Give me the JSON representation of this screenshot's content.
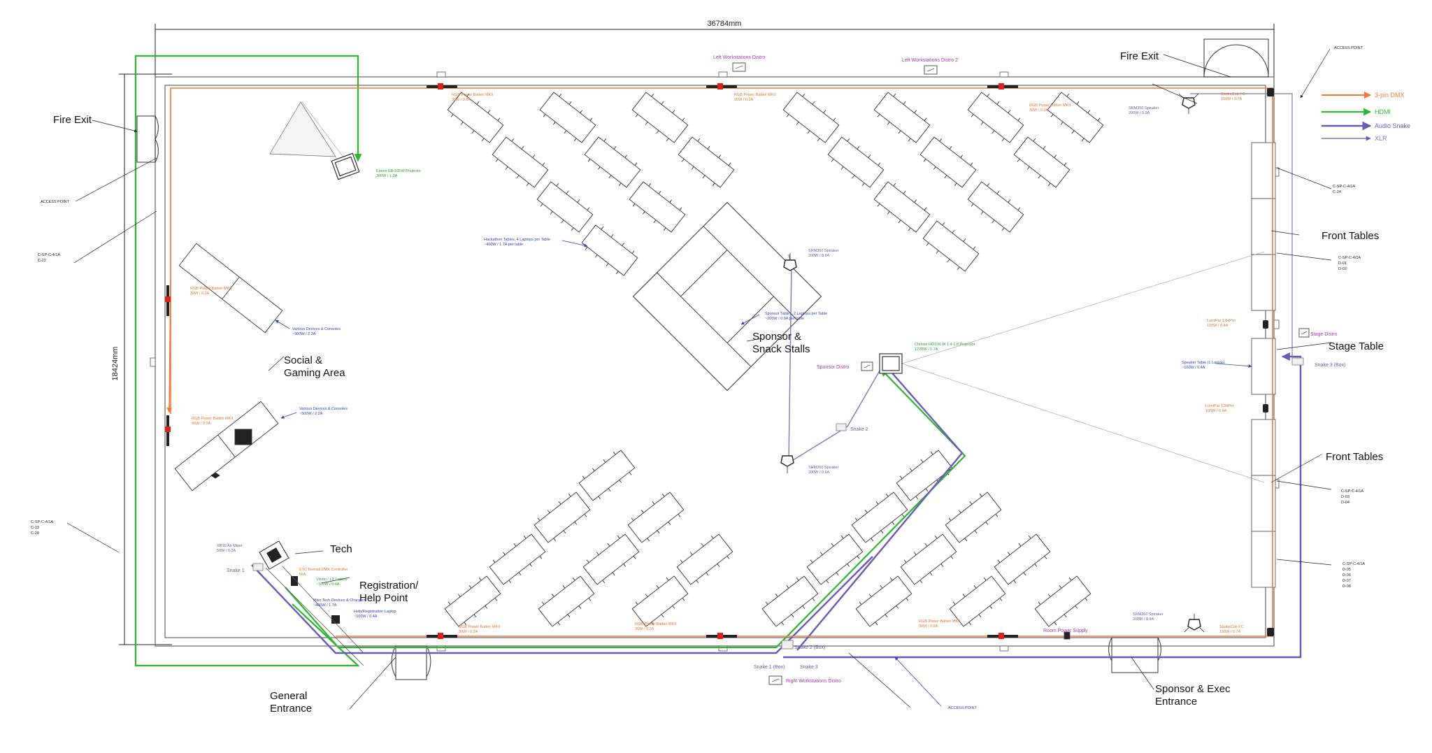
{
  "dimensions": {
    "width": "36784mm",
    "height": "18424mm"
  },
  "colors": {
    "wall": "#666666",
    "dmx": "#f27a3d",
    "hdmi": "#2fb52f",
    "snake": "#6b5bb5",
    "xlr": "#7a7ac0",
    "orange_text": "#e8742d",
    "blue_text": "#2f3ec6",
    "green_text": "#2f9f2f",
    "purple_text": "#a33bb0",
    "purple2_text": "#6e5aa8",
    "marker": "#dd2222"
  },
  "legend": [
    {
      "label": "3-pin DMX",
      "color": "#f27a3d"
    },
    {
      "label": "HDMI",
      "color": "#2fb52f"
    },
    {
      "label": "Audio Snake",
      "color": "#6b5bb5"
    },
    {
      "label": "XLR",
      "color": "#7a7ac0"
    }
  ],
  "areas": {
    "fire_exit_left": "Fire Exit",
    "fire_exit_right": "Fire Exit",
    "social_1": "Social &",
    "social_2": "Gaming Area",
    "sponsor_1": "Sponsor &",
    "sponsor_2": "Snack Stalls",
    "front_tables_top": "Front Tables",
    "front_tables_bottom": "Front Tables",
    "stage_table": "Stage Table",
    "tech": "Tech",
    "registration_1": "Registration/",
    "registration_2": "Help Point",
    "general_1": "General",
    "general_2": "Entrance",
    "sponsor_exec_1": "Sponsor & Exec",
    "sponsor_exec_2": "Entrance"
  },
  "access_points": {
    "top_right": "ACCESS POINT",
    "left": "ACCESS POINT",
    "bottom": "ACCESS POINT"
  },
  "circuits": {
    "c_sp_c22_1": "C-SP-C-4/1A",
    "c_sp_c22_2": "C-22",
    "c_sp_c19_1": "C-SP-C-4/1A",
    "c_sp_c19_2": "C-19",
    "c_sp_c19_3": "C-20",
    "c_sp_c24_1": "C-SP-C-4/1A",
    "c_sp_c24_2": "C-24",
    "c_sp_d01_1": "C-SP-C-4/1A",
    "c_sp_d01_2": "D-01",
    "c_sp_d01_3": "D-02",
    "c_sp_d03_1": "C-SP-C-4/1A",
    "c_sp_d03_2": "D-03",
    "c_sp_d03_3": "D-04",
    "c_sp_d05_1": "C-SP-C-4/1A",
    "c_sp_d05_2": "D-05",
    "c_sp_d05_3": "D-06",
    "c_sp_d05_4": "D-07",
    "c_sp_d05_5": "D-08"
  },
  "distros": {
    "left_ws_1": "Left Workstations Distro",
    "left_ws_2": "Left Workstations Distro 2",
    "sponsor": "Sponsor Distro",
    "stage": "Stage Distro",
    "right_ws": "Right Workstations Distro",
    "room_power": "Room Power Supply"
  },
  "snakes": {
    "snake1": "Snake 1",
    "snake1_box": "Snake 1 (Box)",
    "snake2": "Snake 2",
    "snake2_box": "Snake 2 (Box)",
    "snake3": "Snake 3",
    "snake3_box": "Snake 3 (Box)"
  },
  "equipment": {
    "batten_top1_1": "RGB Power Batten MKII",
    "batten_top1_2": "30W / 0.2A",
    "batten_top2_1": "RGB Power Batten MKII",
    "batten_top2_2": "30W / 0.2A",
    "batten_top3_1": "RGB Power Batten MKII",
    "batten_top3_2": "30W / 0.2A",
    "batten_left1_1": "RGB Power Batten MKII",
    "batten_left1_2": "30W / 0.2A",
    "batten_left2_1": "RGB Power Batten MKII",
    "batten_left2_2": "30W / 0.2A",
    "batten_bot1_1": "RGB Power Batten MKII",
    "batten_bot1_2": "30W / 0.2A",
    "batten_bot2_1": "RGB Power Batten MKII",
    "batten_bot2_2": "30W / 0.2A",
    "batten_bot3_1": "RGB Power Batten MKII",
    "batten_bot3_2": "30W / 0.2A",
    "projector_left_1": "Epson EB-535W Projector",
    "projector_left_2": "300W / 1.3A",
    "projector_center_1": "Christie HD10K-M 1.4-1.8 Projector",
    "projector_center_2": "1220W / 5.7A",
    "hack_tables_1": "Hackathon Tables, 4 Laptops per Table",
    "hack_tables_2": "~400W / 1.7A per table",
    "sponsor_tables_1": "Sponsor Tables, 2 Laptops per Table",
    "sponsor_tables_2": "~200W / 0.9A per table",
    "devices1_1": "Various Devices & Consoles",
    "devices1_2": "~500W / 2.2A",
    "devices2_1": "Various Devices & Consoles",
    "devices2_2": "~500W / 2.2A",
    "spk_top_right_1": "SRM350 Speaker",
    "spk_top_right_2": "200W / 0.9A",
    "spk_bot_right_1": "SRM350 Speaker",
    "spk_bot_right_2": "200W / 0.9A",
    "spk_center_top_1": "SRM350 Speaker",
    "spk_center_top_2": "200W / 0.9A",
    "spk_center_bot_1": "SRM350 Speaker",
    "spk_center_bot_2": "200W / 0.9A",
    "studiocob_top_1": "StudioCob FC",
    "studiocob_top_2": "150W / 0.7A",
    "studiocob_bot_1": "StudioCob FC",
    "studiocob_bot_2": "150W / 0.7A",
    "lumipar_top_1": "LumiPar 12HPro",
    "lumipar_top_2": "100W / 0.4A",
    "lumipar_bot_1": "LumiPar 12HPro",
    "lumipar_bot_2": "100W / 0.4A",
    "speaker_table_1": "Speaker Table (1 Laptop)",
    "speaker_table_2": "~100W / 0.4A",
    "mixer_1": "XR18 Air Mixer",
    "mixer_2": "50W / 0.2A",
    "dmx_ctrl_1": "ETC Nomad DMX Controller",
    "dmx_ctrl_2": "N/A",
    "vision_1": "Vision / LX Laptop",
    "vision_2": "~100W / 0.4A",
    "misc_tech_1": "Misc Tech Devices & Chargers",
    "misc_tech_2": "~400W / 1.7A",
    "help_laptop_1": "Help/Registration Laptop",
    "help_laptop_2": "~100W / 0.4A"
  }
}
